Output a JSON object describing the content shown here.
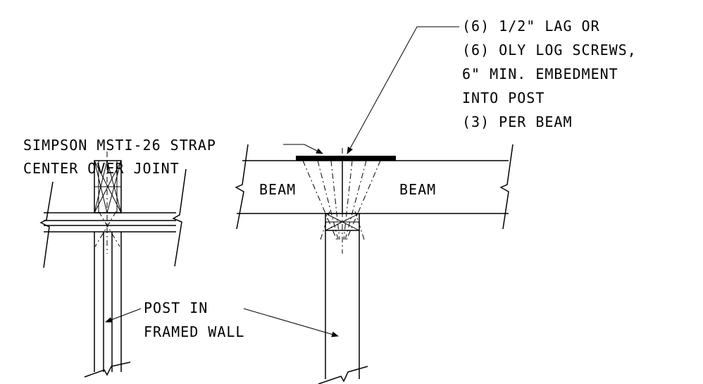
{
  "labels": {
    "lag_line1": "(6) 1/2\" LAG OR",
    "lag_line2": "(6) OLY LOG SCREWS,",
    "lag_line3": "6\" MIN. EMBEDMENT",
    "lag_line4": "INTO POST",
    "lag_line5": "(3) PER BEAM",
    "strap_line1": "SIMPSON MSTI-26 STRAP",
    "strap_line2": "CENTER OVER JOINT",
    "beam_left": "BEAM",
    "beam_right": "BEAM",
    "post_line1": "POST IN",
    "post_line2": "FRAMED WALL"
  }
}
